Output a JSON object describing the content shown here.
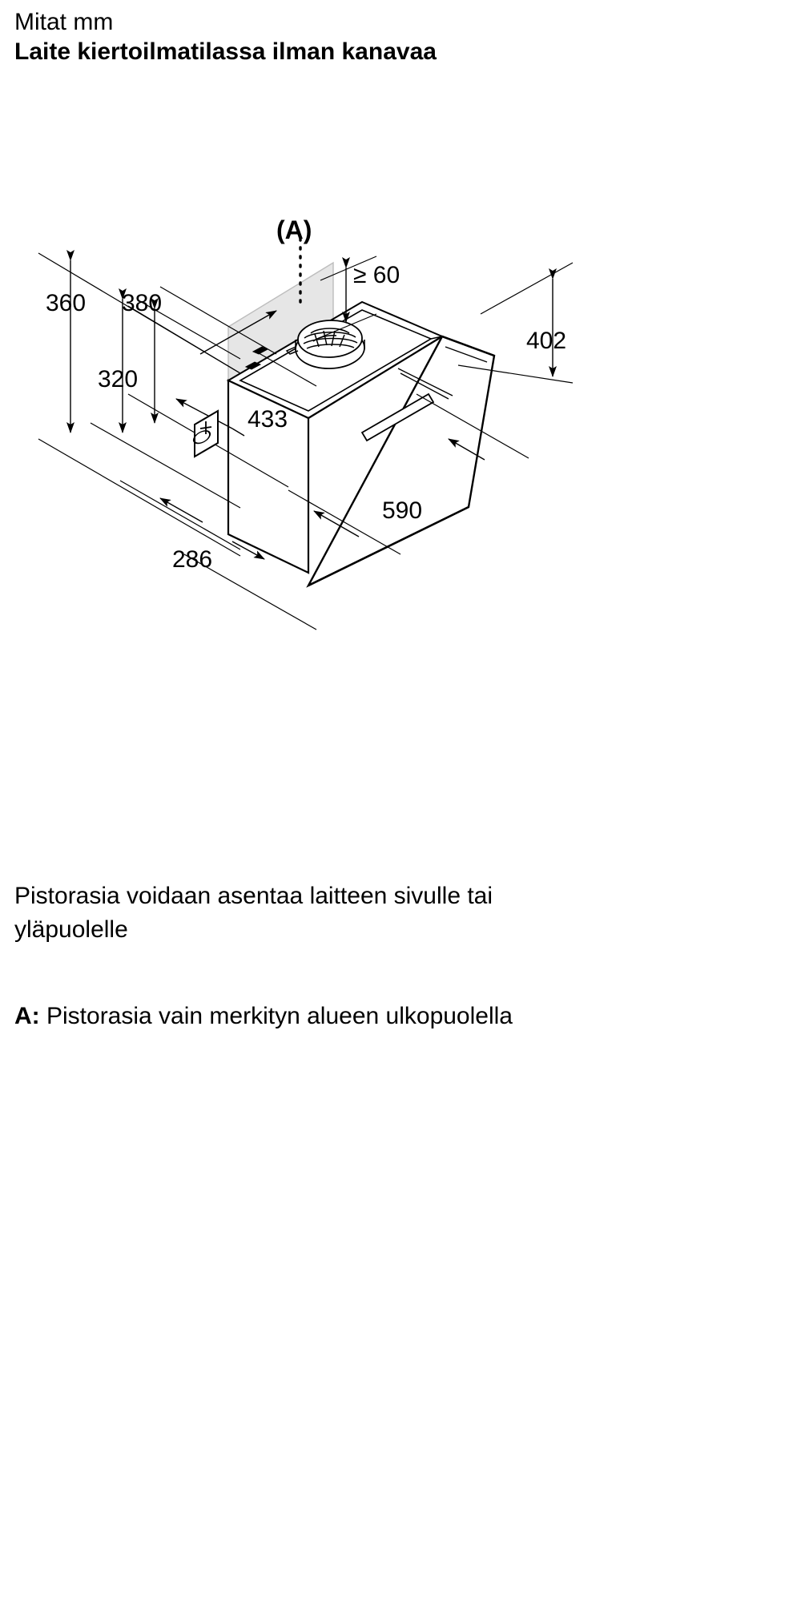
{
  "header": {
    "units_line": "Mitat mm",
    "title": "Laite kiertoilmatilassa ilman kanavaa"
  },
  "diagram": {
    "name": "inclined-cooker-hood-recirculation-isometric",
    "callout_label": "(A)",
    "shaded_plane_color": "#e4e4e4",
    "line_color": "#000000",
    "dimensions": {
      "height_total": "360",
      "height_upper": "380",
      "height_lower": "320",
      "width_body": "433",
      "depth_body": "286",
      "width_front": "590",
      "height_front": "402",
      "clearance_min": "≥ 60"
    },
    "socket_symbol": "power-socket-icon"
  },
  "notes": {
    "socket_placement": "Pistorasia voidaan asentaa laitteen sivulle tai yläpuolelle",
    "a_marker": "A:",
    "a_text": "Pistorasia vain merkityn alueen ulkopuolella"
  }
}
